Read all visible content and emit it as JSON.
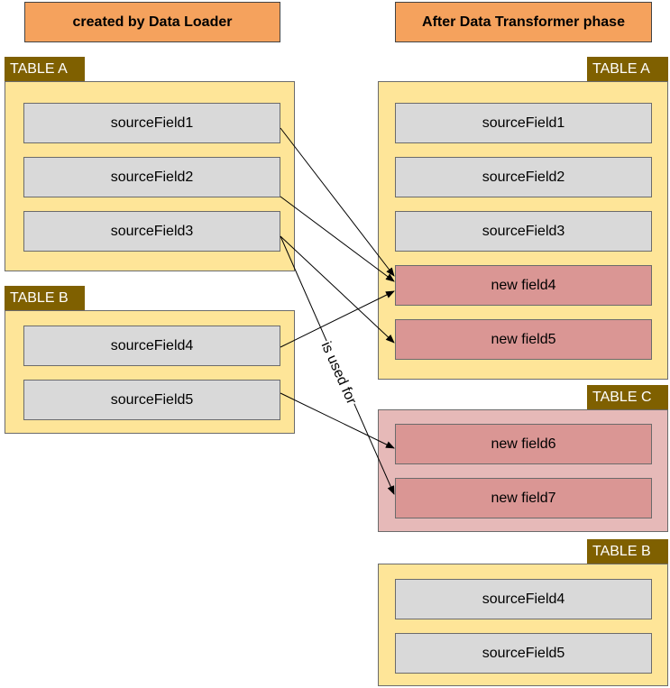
{
  "phases": {
    "left": "created by Data Loader",
    "right": "After Data Transformer phase"
  },
  "left": {
    "table_a": {
      "label": "TABLE A",
      "fields": [
        "sourceField1",
        "sourceField2",
        "sourceField3"
      ]
    },
    "table_b": {
      "label": "TABLE B",
      "fields": [
        "sourceField4",
        "sourceField5"
      ]
    }
  },
  "right": {
    "table_a": {
      "label": "TABLE A",
      "fields": [
        "sourceField1",
        "sourceField2",
        "sourceField3"
      ],
      "new_fields": [
        "new field4",
        "new field5"
      ]
    },
    "table_c": {
      "label": "TABLE C",
      "new_fields": [
        "new field6",
        "new field7"
      ]
    },
    "table_b": {
      "label": "TABLE B",
      "fields": [
        "sourceField4",
        "sourceField5"
      ]
    }
  },
  "connector_label": "is used for",
  "colors": {
    "phase_header": "#f5a25d",
    "table_bg": "#fee598",
    "table_c_bg": "#e6b9b8",
    "tag_bg": "#7f6000",
    "source_field": "#d9d9d9",
    "new_field": "#da9694"
  }
}
